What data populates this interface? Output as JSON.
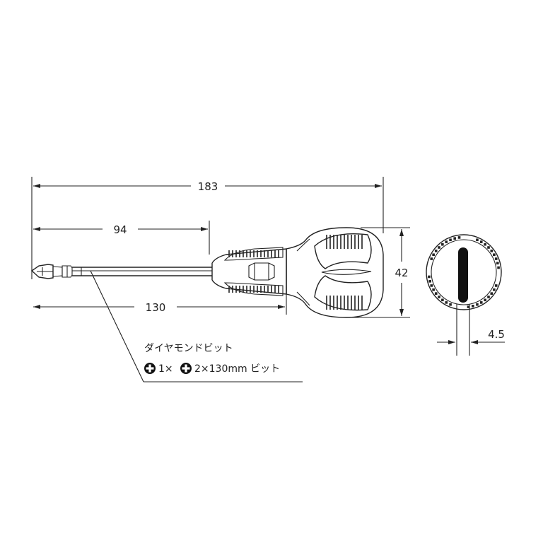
{
  "dimensions": {
    "overall_length": "183",
    "shank_exposed": "94",
    "bit_length": "130",
    "handle_diameter": "42",
    "slot_width": "4.5"
  },
  "callout": {
    "line1": "ダイヤモンドビット",
    "line2": "1×",
    "line3": "2×130mm ビット"
  },
  "icons": [
    "phillips-1-icon",
    "phillips-2-icon"
  ]
}
